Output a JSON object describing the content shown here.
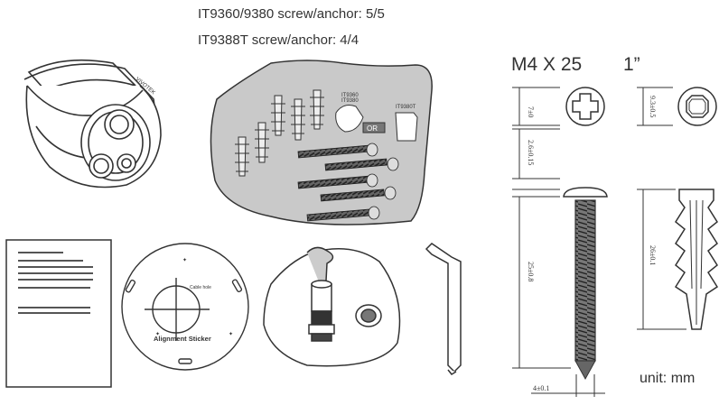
{
  "header": {
    "line1": "IT9360/9380 screw/anchor: 5/5",
    "line2": "IT9388T screw/anchor: 4/4"
  },
  "bag": {
    "label_models": "IT9360",
    "label_models2": "IT9380",
    "label_or": "OR",
    "label_model_t": "IT9380T"
  },
  "sticker": {
    "title": "Alignment Sticker",
    "cable_hole": "Cable hole"
  },
  "screw_spec": {
    "title": "M4 X 25",
    "head_height": "7±0",
    "head_thickness": "2.6±0.15",
    "length": "25±0.8",
    "diameter": "4±0.1"
  },
  "anchor_spec": {
    "title": "1”",
    "head_size": "9.3±0.5",
    "length": "26±0.1"
  },
  "units": {
    "label": "unit: mm"
  },
  "colors": {
    "line": "#333333",
    "bag_fill": "#c9c9c9",
    "screw_fill": "#555555"
  }
}
